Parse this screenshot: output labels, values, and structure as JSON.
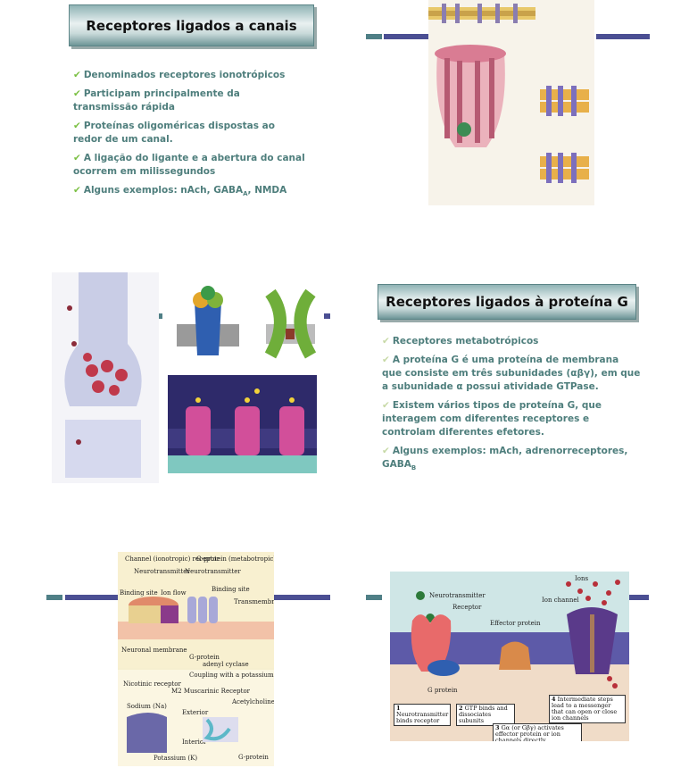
{
  "slide1": {
    "title": "Receptores ligados a canais",
    "bullets": [
      "Denominados receptores ionotrópicos",
      "Participam principalmente da transmissão rápida",
      "Proteínas oligoméricas dispostas ao redor de um canal.",
      "A ligação do ligante e a abertura do canal ocorrem em milissegundos",
      "Alguns exemplos: nAch, GABA_A, NMDA"
    ],
    "bullet5_prefix": "Alguns exemplos: nAch, GABA",
    "bullet5_sub": "A",
    "bullet5_suffix": ", NMDA"
  },
  "slide4": {
    "title": "Receptores ligados à proteína G",
    "bullets": [
      "Receptores metabotrópicos",
      "A proteína G é uma proteína de membrana que consiste em três subunidades (αβγ), em que a subunidade α possui atividade GTPase.",
      "Existem vários tipos de proteína G, que interagem com diferentes receptores e controlam diferentes efetores.",
      "Alguns exemplos: mAch, adrenorreceptores, GABA_B"
    ],
    "bullet4_prefix": "Alguns exemplos: mAch, adrenorreceptores, GABA",
    "bullet4_sub": "B"
  },
  "slide5_figure": {
    "labels": [
      "Channel (ionotropic) receptor",
      "G-protein (metabotropic) receptor",
      "Neurotransmitter",
      "Neurotransmitter",
      "Binding site",
      "Ion flow",
      "Binding site",
      "Transmembrane Segments",
      "Neuronal membrane",
      "G-protein",
      "adenyl cyclase",
      "Nicotinic receptor",
      "M2 Muscarinic Receptor",
      "Coupling with a potassium channel causing hyperpolarization and slowing heart rate",
      "Acetylcholine",
      "Sodium (Na)",
      "Exterior",
      "Interior",
      "Potassium (K)",
      "G-protein"
    ]
  },
  "slide6_figure": {
    "labels": {
      "neurotransmitter": "Neurotransmitter",
      "receptor": "Receptor",
      "effector": "Effector protein",
      "ion_channel": "Ion channel",
      "ions": "Ions",
      "g_protein": "G protein"
    },
    "steps": [
      {
        "n": "1",
        "text": "Neurotransmitter binds receptor"
      },
      {
        "n": "2",
        "text": "GTP binds and dissociates subunits"
      },
      {
        "n": "3",
        "text": "Gα (or Gβγ) activates effector protein or ion channels directly"
      },
      {
        "n": "4",
        "text": "Intermediate steps lead to a messenger that can open or close ion channels"
      }
    ]
  },
  "colors": {
    "teal": "#4f7f86",
    "navy": "#4b4f93",
    "bullet_text": "#4e7e7c",
    "check": "#7bc043"
  }
}
